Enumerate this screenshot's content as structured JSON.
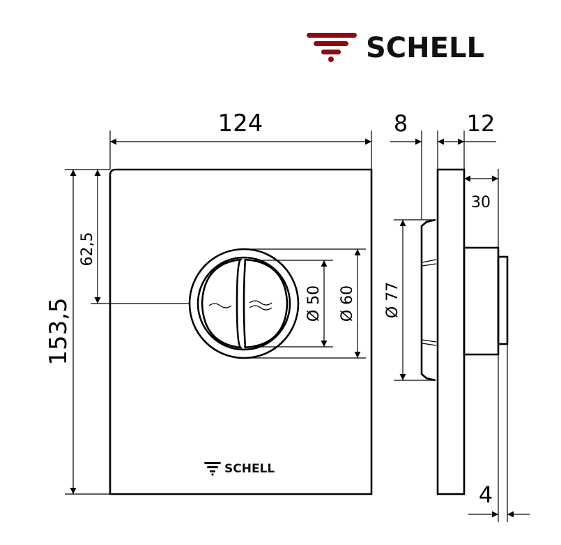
{
  "brand": {
    "name": "SCHELL",
    "color": "#8b0a14"
  },
  "front_view": {
    "width_label": "124",
    "height_label": "153,5",
    "button_offset_label": "62,5",
    "inner_diameter_label": "Ø 50",
    "outer_diameter_label": "Ø 60",
    "plate_logo": "SCHELL"
  },
  "side_view": {
    "depth_back_label": "8",
    "plate_thickness_label": "12",
    "protrusion_label": "30",
    "backbox_diameter_label": "Ø 77",
    "step_label": "4"
  }
}
